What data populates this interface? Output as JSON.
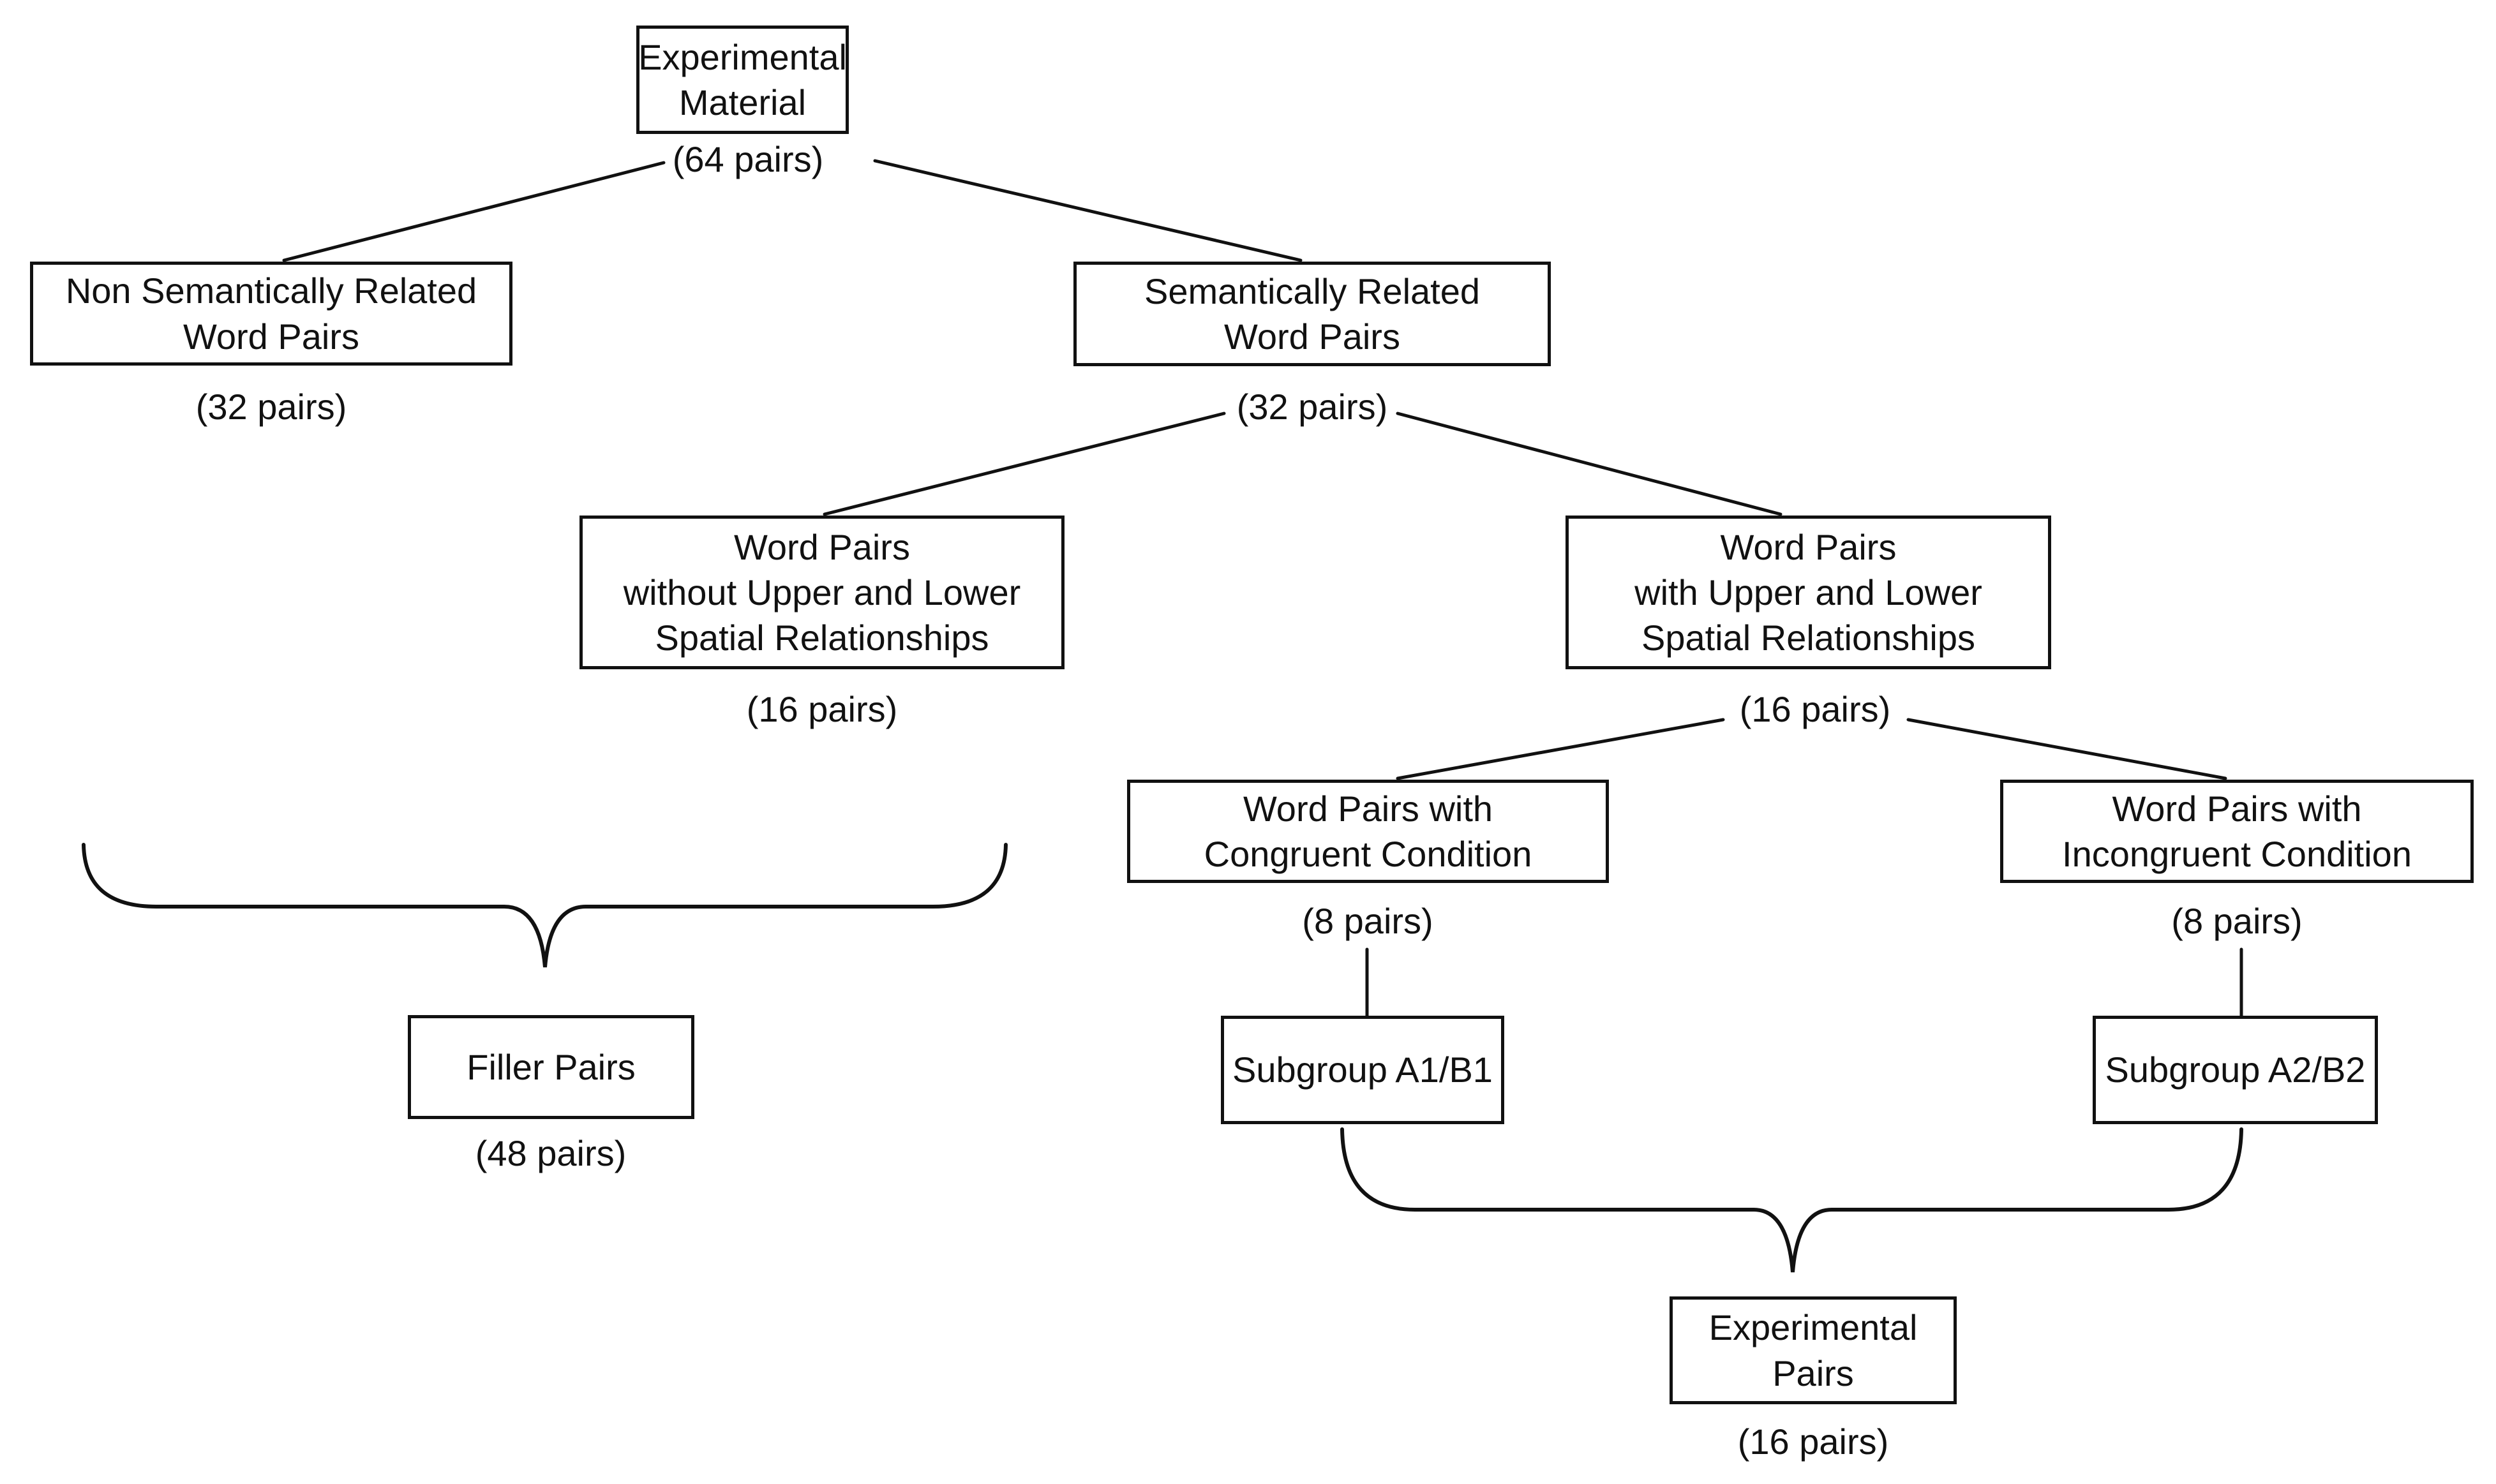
{
  "diagram": {
    "title": "Experimental material breakdown tree",
    "background_color": "#ffffff",
    "box_fill": "#ffffff",
    "box_border_color": "#111111",
    "line_color": "#111111",
    "text_color": "#111111",
    "nodes": [
      {
        "id": "experimental-material",
        "label": "Experimental\nMaterial",
        "caption": "(64 pairs)"
      },
      {
        "id": "non-semantically-related-word-pairs",
        "label": "Non Semantically Related\nWord Pairs",
        "caption": "(32 pairs)"
      },
      {
        "id": "semantically-related-word-pairs",
        "label": "Semantically Related\nWord Pairs",
        "caption": "(32 pairs)"
      },
      {
        "id": "word-pairs-without-spatial-relationships",
        "label": "Word Pairs\nwithout Upper and Lower\nSpatial Relationships",
        "caption": "(16 pairs)"
      },
      {
        "id": "word-pairs-with-spatial-relationships",
        "label": "Word Pairs\nwith Upper and Lower\nSpatial Relationships",
        "caption": "(16 pairs)"
      },
      {
        "id": "word-pairs-congruent-condition",
        "label": "Word Pairs with\nCongruent Condition",
        "caption": "(8 pairs)"
      },
      {
        "id": "word-pairs-incongruent-condition",
        "label": "Word Pairs with\nIncongruent Condition",
        "caption": "(8 pairs)"
      },
      {
        "id": "subgroup-a1-b1",
        "label": "Subgroup A1/B1"
      },
      {
        "id": "subgroup-a2-b2",
        "label": "Subgroup A2/B2"
      },
      {
        "id": "filler-pairs",
        "label": "Filler Pairs",
        "caption": "(48 pairs)"
      },
      {
        "id": "experimental-pairs",
        "label": "Experimental\nPairs",
        "caption": "(16 pairs)"
      }
    ],
    "edges": [
      {
        "from": "experimental-material",
        "to": "non-semantically-related-word-pairs"
      },
      {
        "from": "experimental-material",
        "to": "semantically-related-word-pairs"
      },
      {
        "from": "semantically-related-word-pairs",
        "to": "word-pairs-without-spatial-relationships"
      },
      {
        "from": "semantically-related-word-pairs",
        "to": "word-pairs-with-spatial-relationships"
      },
      {
        "from": "word-pairs-with-spatial-relationships",
        "to": "word-pairs-congruent-condition"
      },
      {
        "from": "word-pairs-with-spatial-relationships",
        "to": "word-pairs-incongruent-condition"
      },
      {
        "from": "word-pairs-congruent-condition",
        "to": "subgroup-a1-b1"
      },
      {
        "from": "word-pairs-incongruent-condition",
        "to": "subgroup-a2-b2"
      }
    ],
    "braces": [
      {
        "groups": [
          "non-semantically-related-word-pairs",
          "word-pairs-without-spatial-relationships"
        ],
        "points_to": "filler-pairs"
      },
      {
        "groups": [
          "subgroup-a1-b1",
          "subgroup-a2-b2"
        ],
        "points_to": "experimental-pairs"
      }
    ]
  }
}
